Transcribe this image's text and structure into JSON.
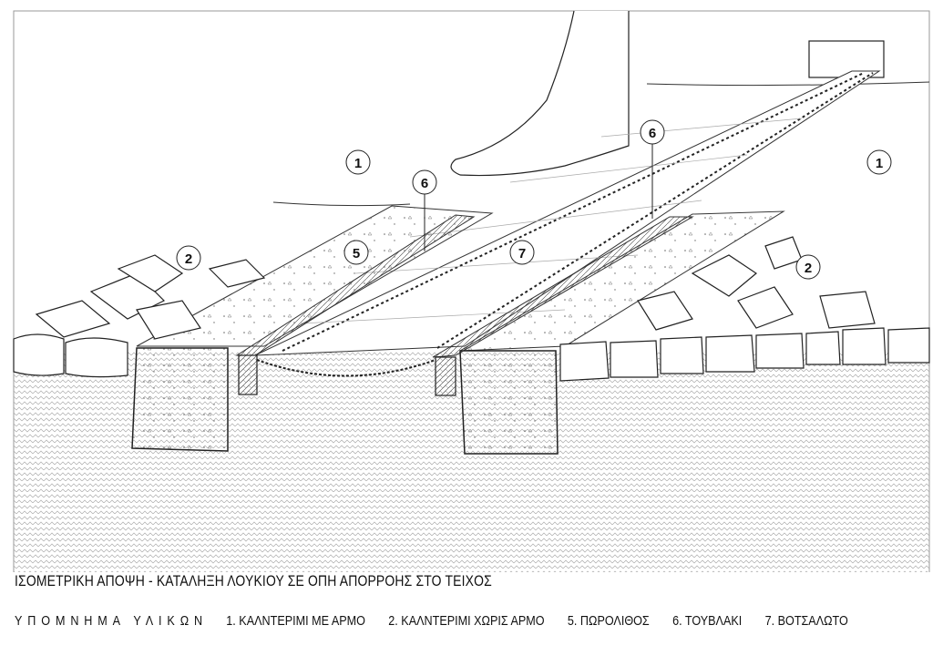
{
  "title": "ΙΣΟΜΕΤΡΙΚΗ ΑΠΟΨΗ - ΚΑΤΑΛΗΞΗ ΛΟΥΚΙΟΥ ΣΕ ΟΠΗ ΑΠΟΡΡΟΗΣ ΣΤΟ ΤΕΙΧΟΣ",
  "legend": {
    "heading": "ΥΠΟΜΝΗΜΑ ΥΛΙΚΩΝ",
    "items": [
      "1. ΚΑΛΝΤΕΡΙΜΙ ΜΕ ΑΡΜΟ",
      "2. ΚΑΛΝΤΕΡΙΜΙ ΧΩΡΙΣ ΑΡΜΟ",
      "5. ΠΩΡΟΛΙΘΟΣ",
      "6. ΤΟΥΒΛΑΚΙ",
      "7. ΒΟΤΣΑΛΩΤΟ"
    ]
  },
  "callouts": [
    "1",
    "1",
    "6",
    "6",
    "2",
    "5",
    "7",
    "2"
  ]
}
